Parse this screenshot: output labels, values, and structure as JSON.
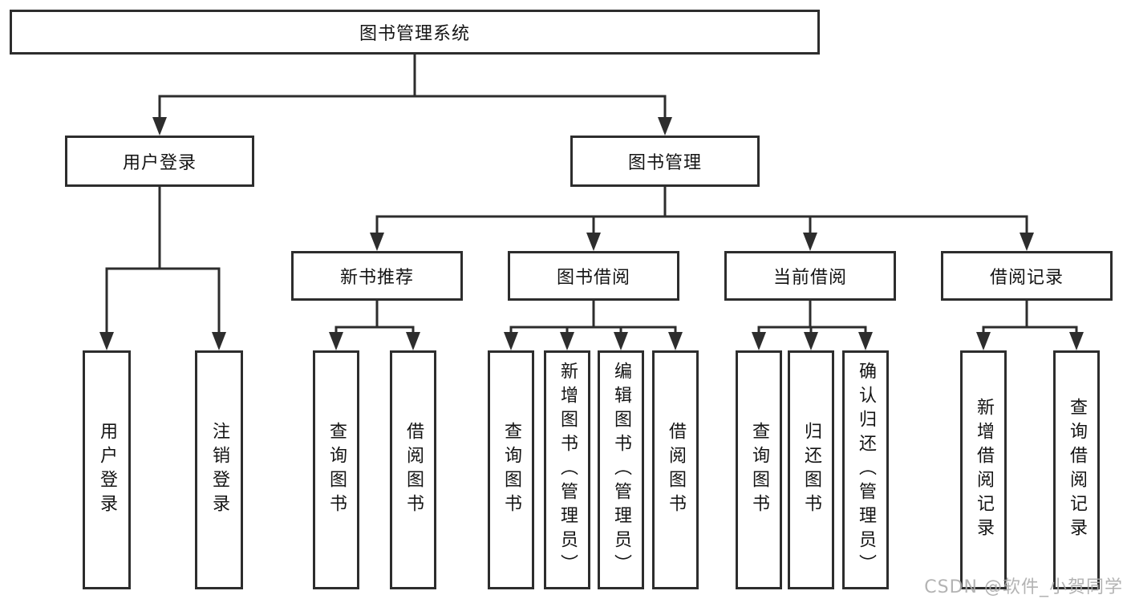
{
  "diagram": {
    "title_node": "图书管理系统",
    "root": {
      "label": "图书管理系统"
    },
    "branches": [
      {
        "label": "用户登录",
        "children": [
          {
            "label": "用户登录"
          },
          {
            "label": "注销登录"
          }
        ]
      },
      {
        "label": "图书管理",
        "children": [
          {
            "label": "新书推荐",
            "children": [
              {
                "label": "查询图书"
              },
              {
                "label": "借阅图书"
              }
            ]
          },
          {
            "label": "图书借阅",
            "children": [
              {
                "label": "查询图书"
              },
              {
                "label": "新增图书（管理员）"
              },
              {
                "label": "编辑图书（管理员）"
              },
              {
                "label": "借阅图书"
              }
            ]
          },
          {
            "label": "当前借阅",
            "children": [
              {
                "label": "查询图书"
              },
              {
                "label": "归还图书"
              },
              {
                "label": "确认归还（管理员）"
              }
            ]
          },
          {
            "label": "借阅记录",
            "children": [
              {
                "label": "新增借阅记录"
              },
              {
                "label": "查询借阅记录"
              }
            ]
          }
        ]
      }
    ],
    "line_color": "#2d2d2d",
    "box_border_color": "#2d2d2d",
    "text_color": "#141414",
    "background_color": "#ffffff"
  },
  "watermark": {
    "text": "CSDN @软件_小贺同学",
    "color": "#ababab"
  }
}
